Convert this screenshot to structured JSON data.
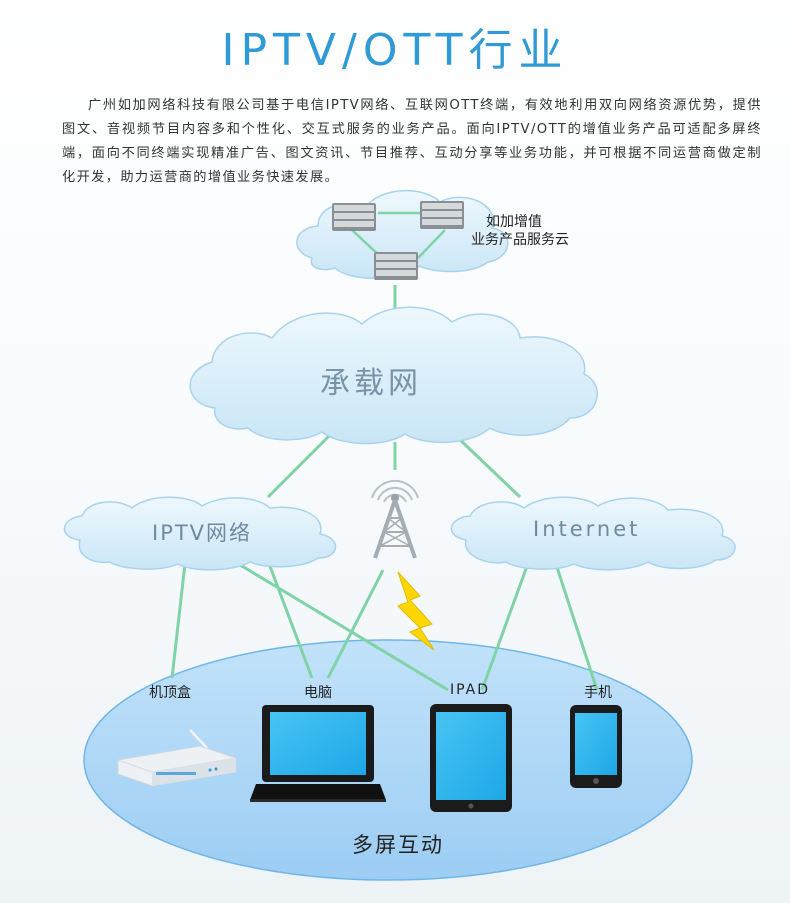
{
  "title": "IPTV/OTT行业",
  "intro": "广州如加网络科技有限公司基于电信IPTV网络、互联网OTT终端，有效地利用双向网络资源优势，提供图文、音视频节目内容多和个性化、交互式服务的业务产品。面向IPTV/OTT的增值业务产品可适配多屏终端，面向不同终端实现精准广告、图文资讯、节目推荐、互动分享等业务功能，并可根据不同运营商做定制化开发，助力运营商的增值业务快速发展。",
  "diagram": {
    "cloud_service_line1": "如加增值",
    "cloud_service_line2": "业务产品服务云",
    "bearer_network": "承载网",
    "iptv_network": "IPTV网络",
    "internet": "Internet",
    "multi_screen": "多屏互动",
    "devices": {
      "stb": "机顶盒",
      "pc": "电脑",
      "ipad": "IPAD",
      "phone": "手机"
    }
  },
  "colors": {
    "title": "#2f9ad6",
    "line": "#7fd3a6",
    "cloud": "#d4ecf8",
    "cloud_edge": "#a9d3ec",
    "ellipse": "#a7d3f6",
    "screen": "#2db4ee",
    "bolt": "#ffd700"
  }
}
